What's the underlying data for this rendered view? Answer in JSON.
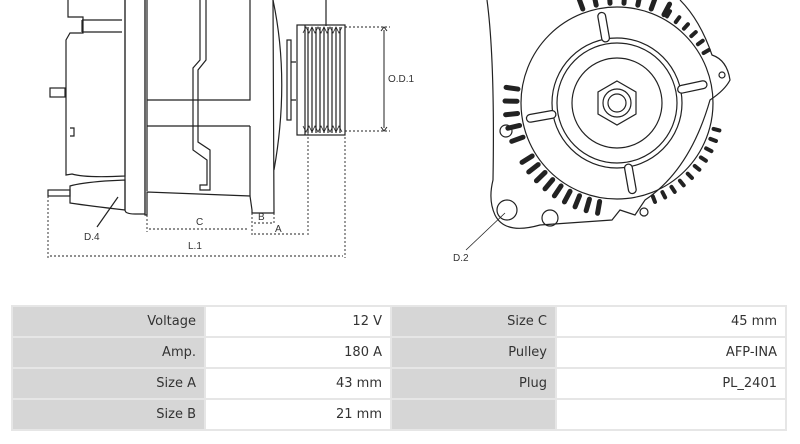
{
  "drawing": {
    "labels": {
      "od1": "O.D.1",
      "c": "C",
      "b": "B",
      "a": "A",
      "l1": "L.1",
      "d4": "D.4",
      "d2": "D.2"
    }
  },
  "specs": {
    "rows": [
      {
        "label1": "Voltage",
        "value1": "12 V",
        "label2": "Size C",
        "value2": "45 mm"
      },
      {
        "label1": "Amp.",
        "value1": "180 A",
        "label2": "Pulley",
        "value2": "AFP-INA"
      },
      {
        "label1": "Size A",
        "value1": "43 mm",
        "label2": "Plug",
        "value2": "PL_2401"
      },
      {
        "label1": "Size B",
        "value1": "21 mm",
        "label2": "",
        "value2": ""
      }
    ]
  }
}
